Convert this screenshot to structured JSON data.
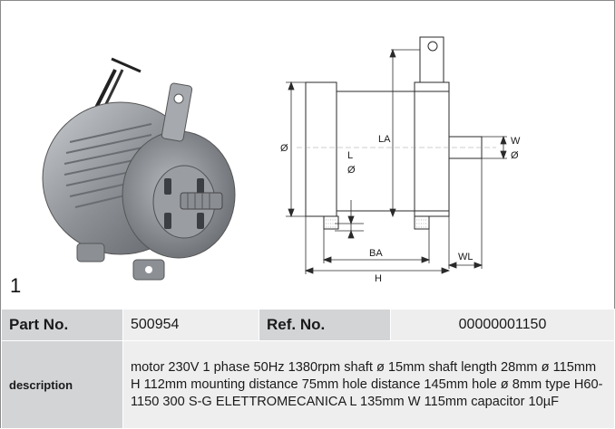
{
  "figure": {
    "position_number": "1",
    "dimension_labels": {
      "diameter": "Ø",
      "l": "L",
      "l_diameter": "Ø",
      "la": "LA",
      "w": "W",
      "w_diameter": "Ø",
      "ba": "BA",
      "wl": "WL",
      "h": "H"
    }
  },
  "spec": {
    "part_no_label": "Part No.",
    "part_no_value": "500954",
    "ref_no_label": "Ref. No.",
    "ref_no_value": "00000001150",
    "description_label": "description",
    "description_value": "motor  230V 1 phase 50Hz 1380rpm shaft ø 15mm shaft length 28mm ø 115mm H 112mm mounting distance 75mm hole distance 145mm hole ø 8mm type H60-1150 300 S-G ELETTROMECANICA L 135mm W 115mm capacitor 10µF"
  }
}
